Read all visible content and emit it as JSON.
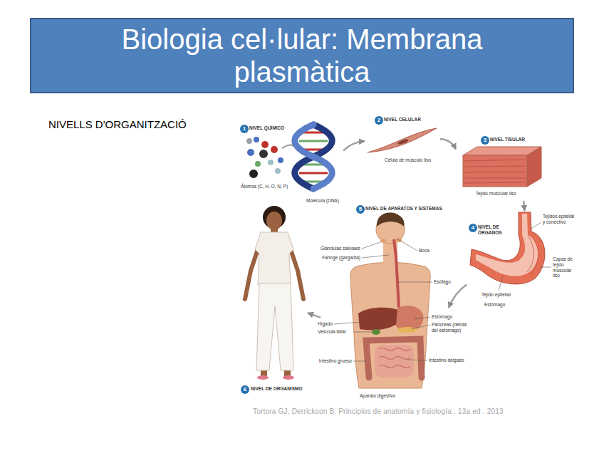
{
  "diagram": {
    "title": "Biologia cel·lular: Membrana plasmàtica",
    "caption": "Tortora GJ, Derrickson B. Principios de anatomía y fisiología . 13a ed . 2013",
    "nodes": [
      {
        "text": [
          "1",
          "NIVEL QUÍMICO",
          "Átomos (C, H, O, N, P)",
          "Molécula (DNA)"
        ]
      },
      {
        "text": [
          "2",
          "NIVEL CELULAR",
          "Célula de músculo liso"
        ]
      },
      {
        "text": [
          "3",
          "NIVEL TISULAR",
          "Tejido muscular liso"
        ]
      },
      {
        "text": [
          "4",
          "NIVEL DE ÓRGANOS",
          "Tejidos epitelial y conectivo",
          "Capas de tejido muscular liso",
          "Tejido epitelial",
          "Estómago"
        ]
      },
      {
        "text": [
          "5",
          "NIVEL DE APARATOS Y SISTEMAS",
          "Aparato digestivo"
        ]
      },
      {
        "text": [
          "6",
          "NIVEL DE ORGANISMO"
        ]
      }
    ],
    "edges": [
      {
        "from": 0,
        "to": 1,
        "arrow": "to"
      },
      {
        "from": 1,
        "to": 2,
        "arrow": "to"
      },
      {
        "from": 2,
        "to": 3,
        "arrow": "to"
      },
      {
        "from": 3,
        "to": 4,
        "arrow": "to"
      },
      {
        "from": 4,
        "to": 5,
        "arrow": "to"
      }
    ],
    "labels": [
      "NIVELLS D'ORGANITZACIÓ",
      "Glándulas salivales",
      "Boca",
      "Faringe (garganta)",
      "Esófago",
      "Estómago",
      "Páncreas (detrás del estómago)",
      "Hígado",
      "Vesícula biliar",
      "Intestino grueso",
      "Intestino delgado"
    ]
  }
}
